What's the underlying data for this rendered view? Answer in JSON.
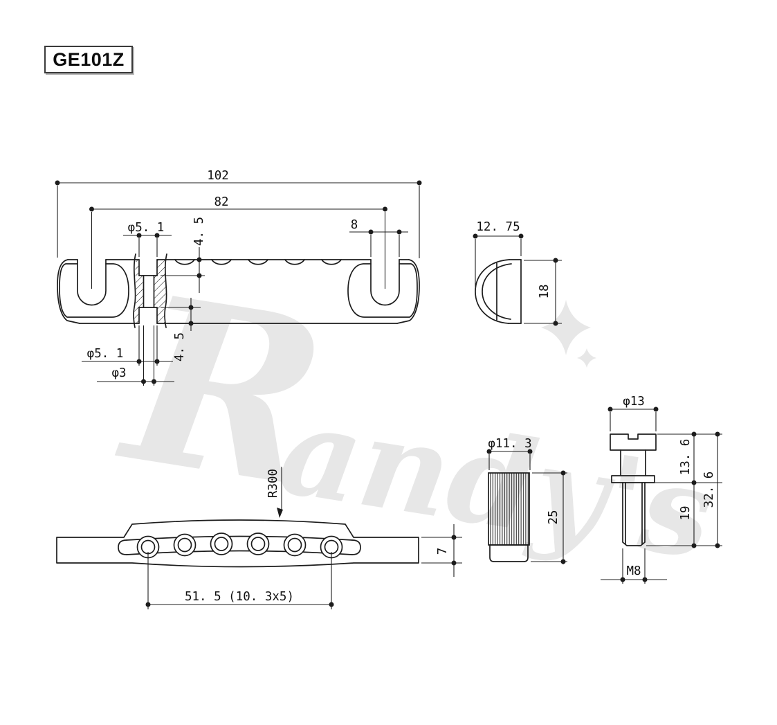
{
  "title_block": {
    "model": "GE101Z"
  },
  "watermark": {
    "text": "Randy's",
    "initial": "R",
    "rest": "andy's",
    "color": "#e7e7e7"
  },
  "colors": {
    "line": "#1c1c1c",
    "background": "#ffffff"
  },
  "dims": {
    "overall_length": "102",
    "stud_spacing": "82",
    "slot_width": "8",
    "counterbore_dia_top": "φ5. 1",
    "counterbore_depth_top": "4. 5",
    "counterbore_depth_bottom": "4. 5",
    "counterbore_dia_bottom": "φ5. 1",
    "string_hole_dia": "φ3",
    "end_width": "12. 75",
    "body_height": "18",
    "radius": "R300",
    "edge_thickness": "7",
    "string_spacing": "51. 5 (10. 3x5)",
    "bushing_dia": "φ11. 3",
    "bushing_length": "25",
    "stud_head_dia": "φ13",
    "stud_upper_length": "13. 6",
    "stud_thread_length": "19",
    "stud_total_length": "32. 6",
    "thread_spec": "M8"
  }
}
